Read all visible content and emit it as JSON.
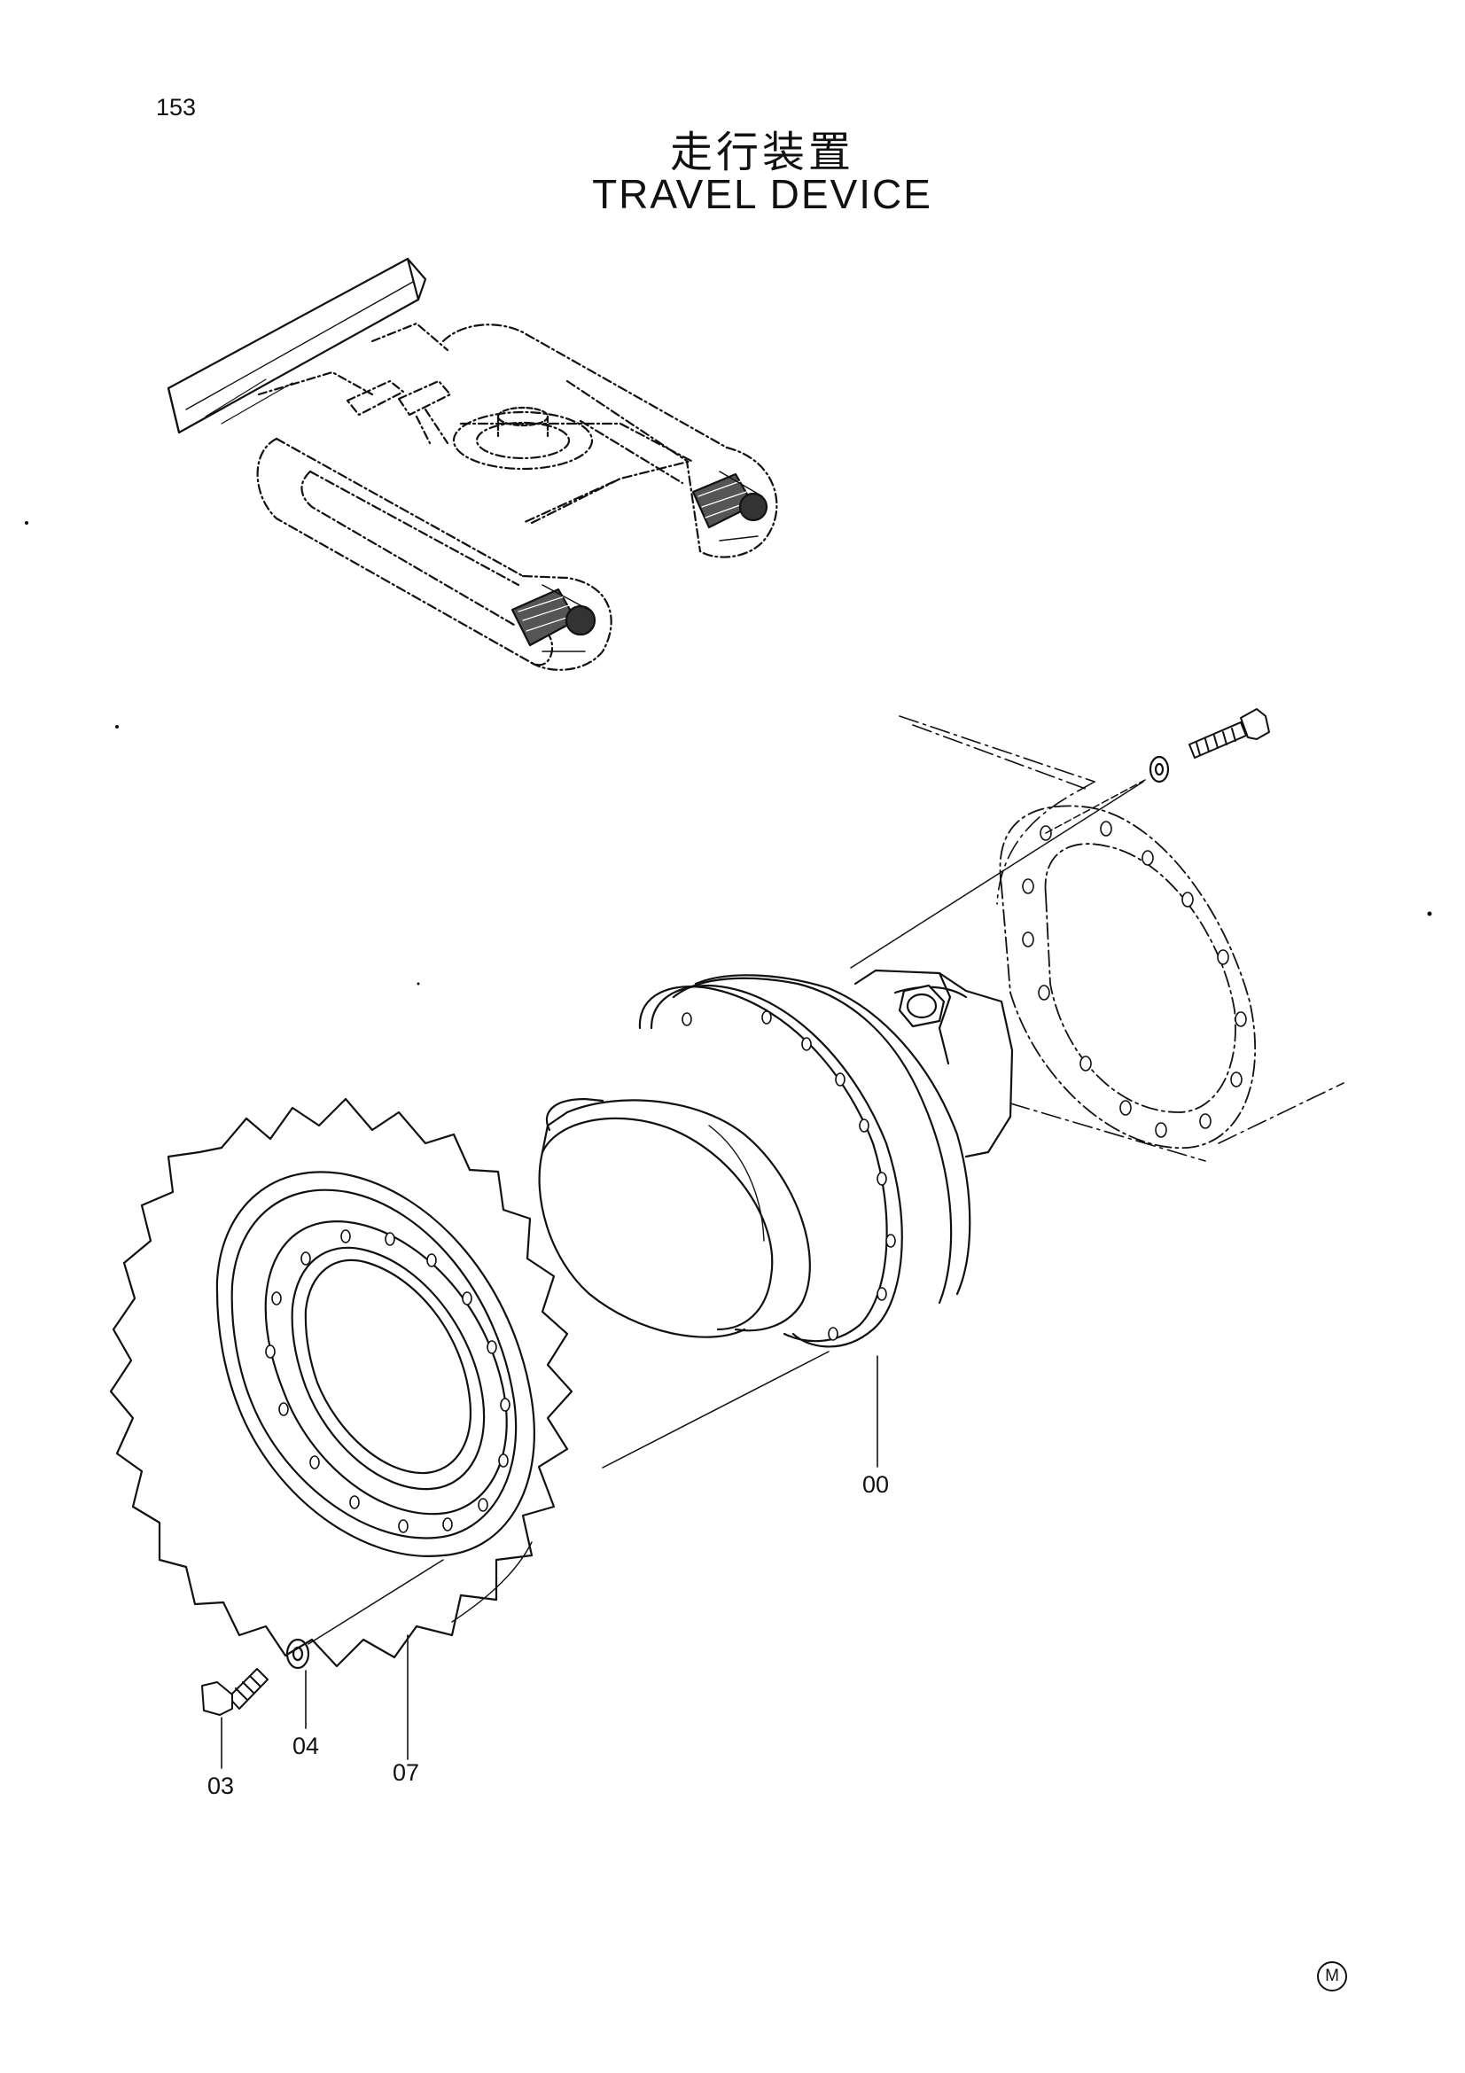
{
  "page_number": "153",
  "title_jp": "走行装置",
  "title_en": "TRAVEL DEVICE",
  "callouts": {
    "c00": "00",
    "c03": "03",
    "c04": "04",
    "c07": "07"
  },
  "corner_mark": "M"
}
